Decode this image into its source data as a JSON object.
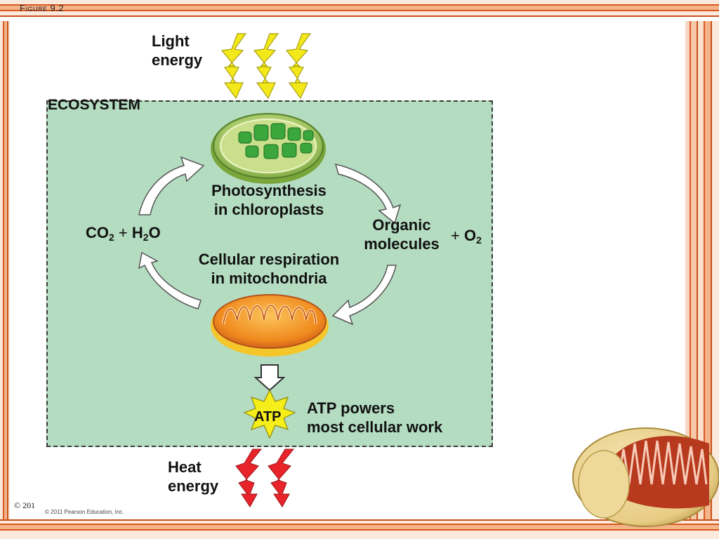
{
  "header": {
    "figure_label": "Figure 9.2"
  },
  "diagram": {
    "light_energy": [
      "Light",
      "energy"
    ],
    "ecosystem": "ECOSYSTEM",
    "photosynthesis": [
      "Photosynthesis",
      "in chloroplasts"
    ],
    "respiration": [
      "Cellular respiration",
      "in mitochondria"
    ],
    "co2": "CO",
    "co2_sub": "2",
    "plus1": "+",
    "h2o_h": "H",
    "h2o_sub": "2",
    "h2o_o": "O",
    "organic": [
      "Organic",
      "molecules"
    ],
    "plus2": "+",
    "o2": "O",
    "o2_sub": "2",
    "atp": "ATP",
    "atp_powers": [
      "ATP powers",
      "most cellular work"
    ],
    "heat_energy": [
      "Heat",
      "energy"
    ]
  },
  "footer": {
    "copyright_fragment": "© 201",
    "credit": "© 2011 Pearson Education, Inc."
  },
  "colors": {
    "ecosystem_fill": "#b4dcc0",
    "light_arrow": "#f2e81a",
    "heat_arrow": "#e8242a",
    "frame_orange": "#d9581f",
    "chloroplast_green": "#3aa63c",
    "mitochondria_orange": "#f08a1e"
  },
  "icons": [
    "light-bolt-icon",
    "heat-bolt-icon",
    "chloroplast-icon",
    "mitochondrion-icon",
    "atp-starburst-icon",
    "cycle-arrow-icon",
    "down-arrow-icon"
  ]
}
